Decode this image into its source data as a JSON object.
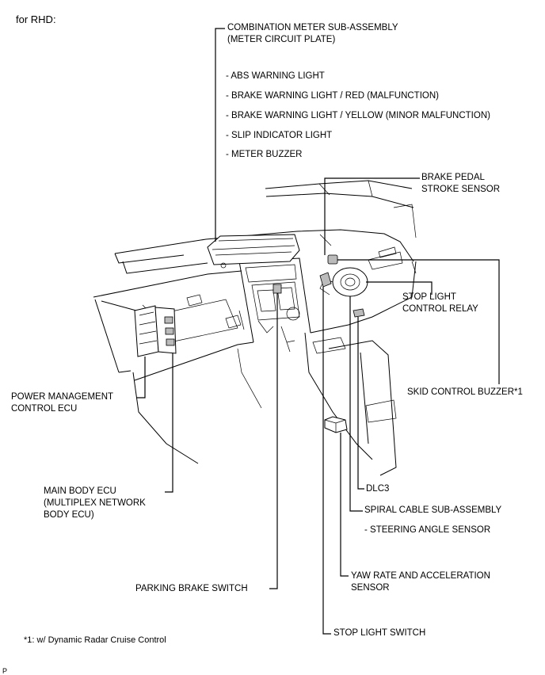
{
  "heading": "for RHD:",
  "labels": {
    "combination_meter": "COMBINATION METER SUB-ASSEMBLY\n(METER CIRCUIT PLATE)",
    "abs_warning": "- ABS WARNING LIGHT",
    "brake_warning_red": "- BRAKE WARNING LIGHT / RED (MALFUNCTION)",
    "brake_warning_yellow": "- BRAKE WARNING LIGHT / YELLOW (MINOR MALFUNCTION)",
    "slip_indicator": "- SLIP INDICATOR LIGHT",
    "meter_buzzer": "- METER BUZZER",
    "brake_pedal_sensor": "BRAKE PEDAL\nSTROKE SENSOR",
    "stop_light_relay": "STOP LIGHT\nCONTROL RELAY",
    "skid_control_buzzer": "SKID CONTROL BUZZER*1",
    "power_management_ecu": "POWER MANAGEMENT\nCONTROL ECU",
    "main_body_ecu": "MAIN BODY ECU\n(MULTIPLEX NETWORK\nBODY ECU)",
    "dlc3": "DLC3",
    "spiral_cable": "SPIRAL CABLE SUB-ASSEMBLY",
    "steering_angle_sensor": "- STEERING ANGLE SENSOR",
    "yaw_rate_sensor": "YAW RATE AND ACCELERATION\nSENSOR",
    "parking_brake_switch": "PARKING BRAKE SWITCH",
    "stop_light_switch": "STOP LIGHT SWITCH"
  },
  "footnote": "*1: w/ Dynamic Radar Cruise Control",
  "ref_mark": "P"
}
